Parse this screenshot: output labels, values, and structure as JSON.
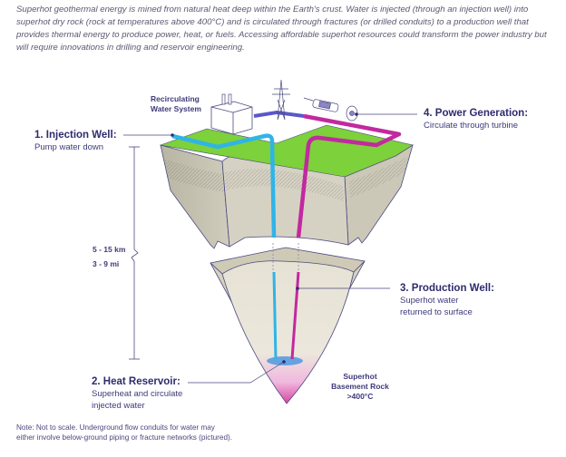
{
  "intro": {
    "text": "Superhot geothermal energy is mined from natural heat deep within the Earth's crust. Water is injected (through an injection well) into superhot dry rock (rock at temperatures above 400°C) and is circulated through fractures (or drilled conduits) to a production well that provides thermal energy to produce power, heat, or fuels. Accessing affordable superhot resources could transform the power industry but will require innovations in drilling and reservoir engineering."
  },
  "labels": {
    "recirculating": {
      "line1": "Recirculating",
      "line2": "Water System"
    },
    "injection_well": {
      "title": "1. Injection Well:",
      "desc": "Pump water down"
    },
    "heat_reservoir": {
      "title": "2. Heat Reservoir:",
      "desc_line1": "Superheat and circulate",
      "desc_line2": "injected water"
    },
    "production_well": {
      "title": "3. Production Well:",
      "desc_line1": "Superhot water",
      "desc_line2": "returned to surface"
    },
    "power_generation": {
      "title": "4. Power Generation:",
      "desc": "Circulate through turbine"
    },
    "basement_rock": {
      "line1": "Superhot",
      "line2": "Basement Rock",
      "line3": ">400°C"
    }
  },
  "scale": {
    "km": "5 - 15 km",
    "mi": "3 - 9 mi"
  },
  "note": {
    "line1": "Note: Not to scale. Underground flow conduits for water may",
    "line2": "either involve below-ground piping or fracture networks (pictured)."
  },
  "colors": {
    "text": "#2e2b6e",
    "injection_pipe": "#2fb4e8",
    "production_pipe": "#c2299f",
    "surface": "#7dd13a",
    "rock": "#c9c6b4",
    "heat": "#d93ea8"
  }
}
